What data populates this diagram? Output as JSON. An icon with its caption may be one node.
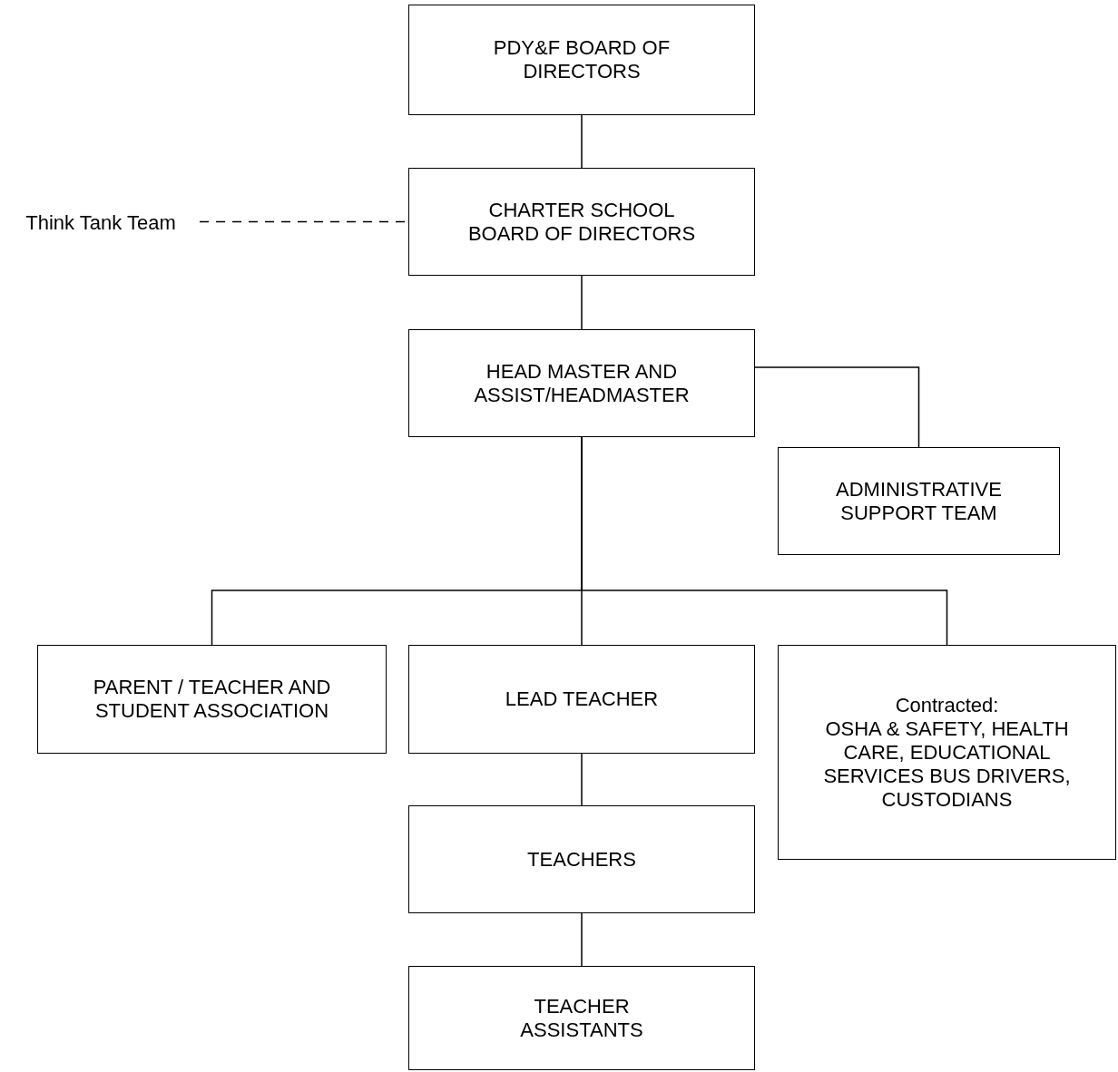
{
  "diagram": {
    "nodes": [
      {
        "text": [
          "PDY&F BOARD OF DIRECTORS"
        ]
      },
      {
        "text": [
          "CHARTER SCHOOL BOARD OF DIRECTORS"
        ]
      },
      {
        "text": [
          "Think Tank Team"
        ]
      },
      {
        "text": [
          "HEAD MASTER AND ASSIST/HEADMASTER"
        ]
      },
      {
        "text": [
          "ADMINISTRATIVE SUPPORT TEAM"
        ]
      },
      {
        "text": [
          "PARENT / TEACHER AND STUDENT ASSOCIATION"
        ]
      },
      {
        "text": [
          "LEAD TEACHER"
        ]
      },
      {
        "text": [
          "Contracted:",
          "OSHA & SAFETY, HEALTH CARE, EDUCATIONAL SERVICES BUS DRIVERS, CUSTODIANS"
        ]
      },
      {
        "text": [
          "TEACHERS"
        ]
      },
      {
        "text": [
          "TEACHER ASSISTANTS"
        ]
      }
    ],
    "edges": [
      {
        "from": 0,
        "to": 1,
        "arrow": "none"
      },
      {
        "from": 2,
        "to": 1,
        "arrow": "none",
        "style": "dashed"
      },
      {
        "from": 1,
        "to": 3,
        "arrow": "none"
      },
      {
        "from": 3,
        "to": 4,
        "arrow": "none"
      },
      {
        "from": 3,
        "to": 5,
        "arrow": "none"
      },
      {
        "from": 3,
        "to": 6,
        "arrow": "none"
      },
      {
        "from": 3,
        "to": 7,
        "arrow": "none"
      },
      {
        "from": 6,
        "to": 8,
        "arrow": "none"
      },
      {
        "from": 8,
        "to": 9,
        "arrow": "none"
      }
    ]
  }
}
